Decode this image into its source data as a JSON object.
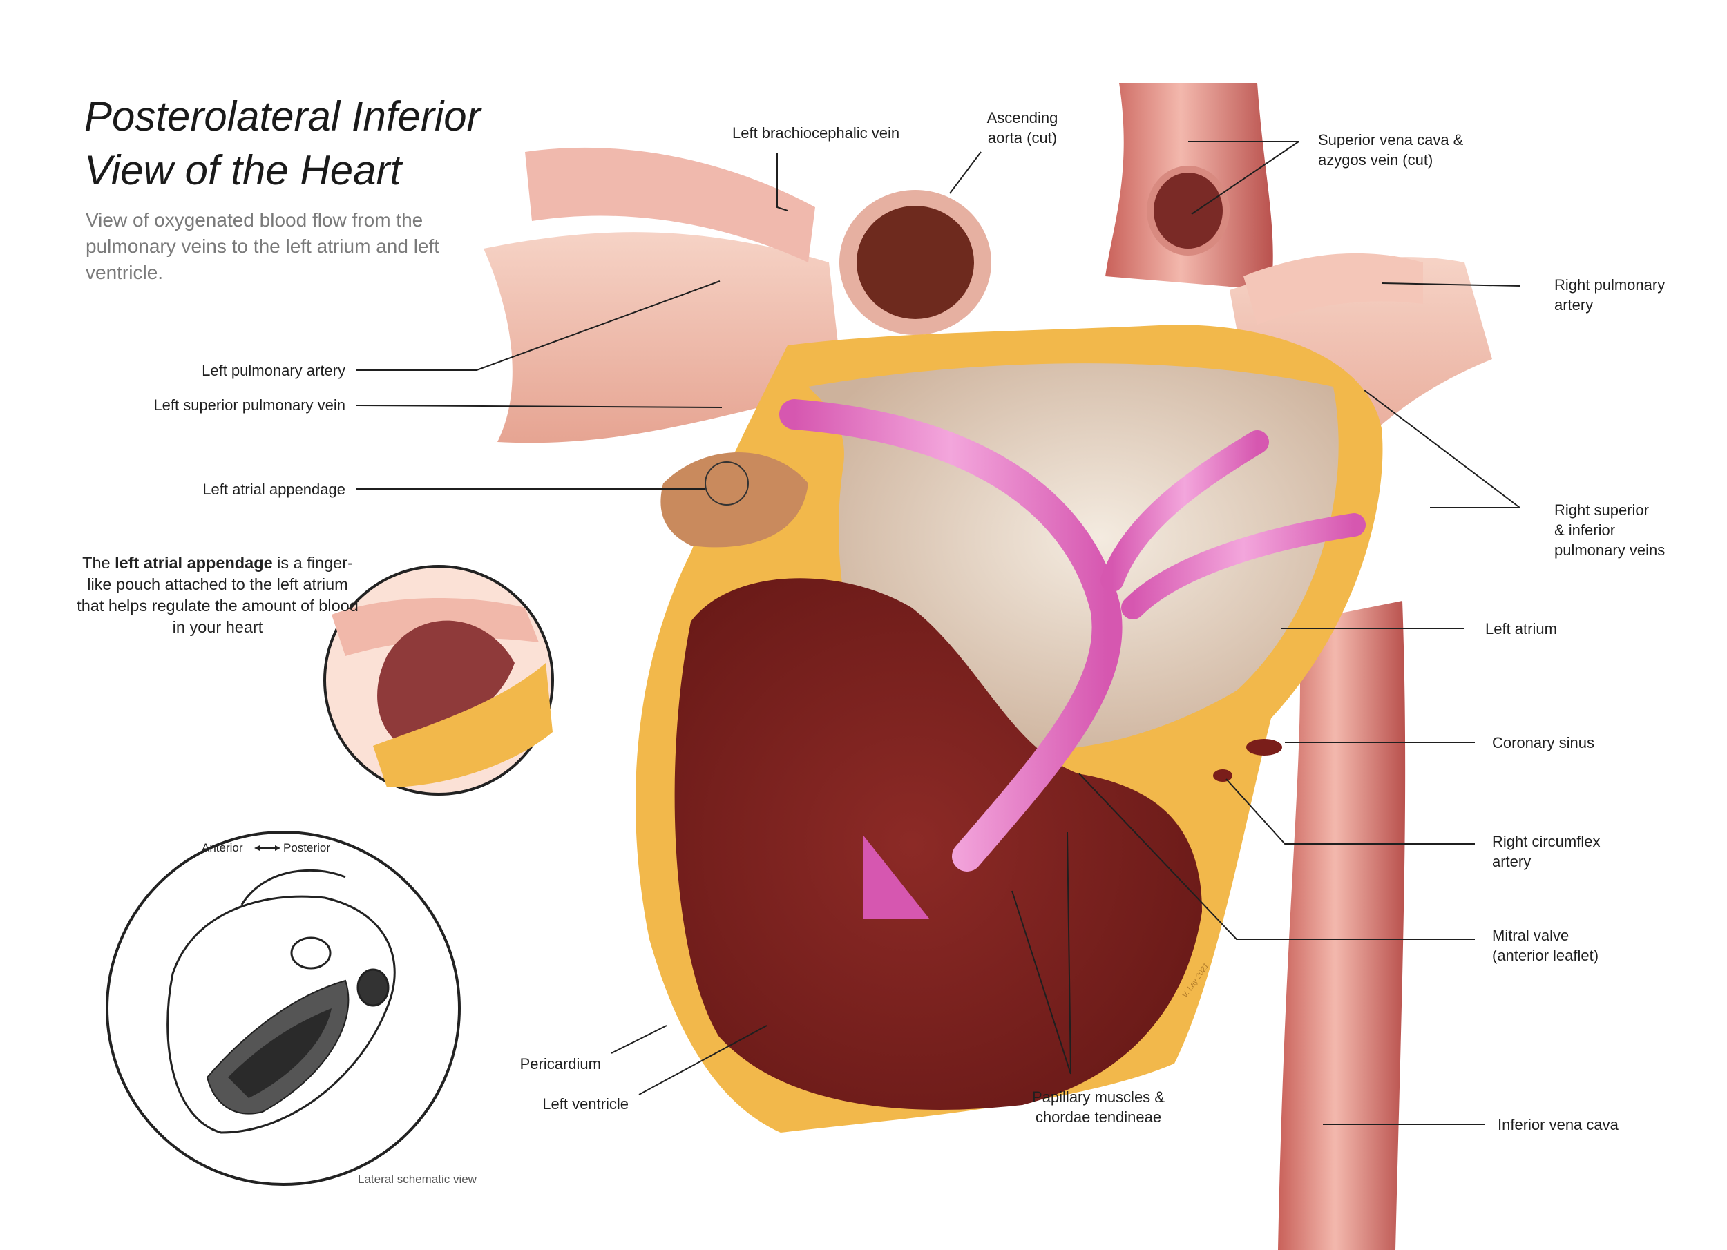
{
  "title_line1": "Posterolateral Inferior",
  "title_line2": "View of the Heart",
  "subtitle": "View of oxygenated blood flow from the pulmonary veins to the left atrium and left ventricle.",
  "labels": {
    "left_brachiocephalic_vein": "Left brachiocephalic vein",
    "ascending_aorta_1": "Ascending",
    "ascending_aorta_2": "aorta (cut)",
    "svc_1": "Superior vena cava &",
    "svc_2": "azygos vein (cut)",
    "right_pulm_artery_1": "Right pulmonary",
    "right_pulm_artery_2": "artery",
    "left_pulm_artery": "Left pulmonary artery",
    "left_sup_pulm_vein": "Left superior pulmonary vein",
    "left_atrial_appendage": "Left atrial appendage",
    "right_pulm_veins_1": "Right superior",
    "right_pulm_veins_2": "& inferior",
    "right_pulm_veins_3": "pulmonary veins",
    "left_atrium": "Left atrium",
    "coronary_sinus": "Coronary sinus",
    "right_circumflex_1": "Right circumflex",
    "right_circumflex_2": "artery",
    "mitral_valve_1": "Mitral valve",
    "mitral_valve_2": "(anterior leaflet)",
    "pericardium": "Pericardium",
    "left_ventricle": "Left ventricle",
    "papillary_1": "Papillary muscles &",
    "papillary_2": "chordae tendineae",
    "ivc": "Inferior vena cava"
  },
  "note": {
    "prefix": "The ",
    "bold": "left atrial appendage",
    "suffix": " is a finger-like pouch attached to the left atrium that helps regulate the amount of blood in your heart"
  },
  "schematic": {
    "anterior": "Anterior",
    "posterior": "Posterior",
    "caption": "Lateral schematic view"
  },
  "signature": "V. Lay 2021",
  "colors": {
    "vessel": "#e8a39a",
    "muscle": "#9e2f2a",
    "fat": "#f2b84b",
    "flow_arrow": "#e07ac6",
    "atrium_interior": "#ead8c8"
  }
}
